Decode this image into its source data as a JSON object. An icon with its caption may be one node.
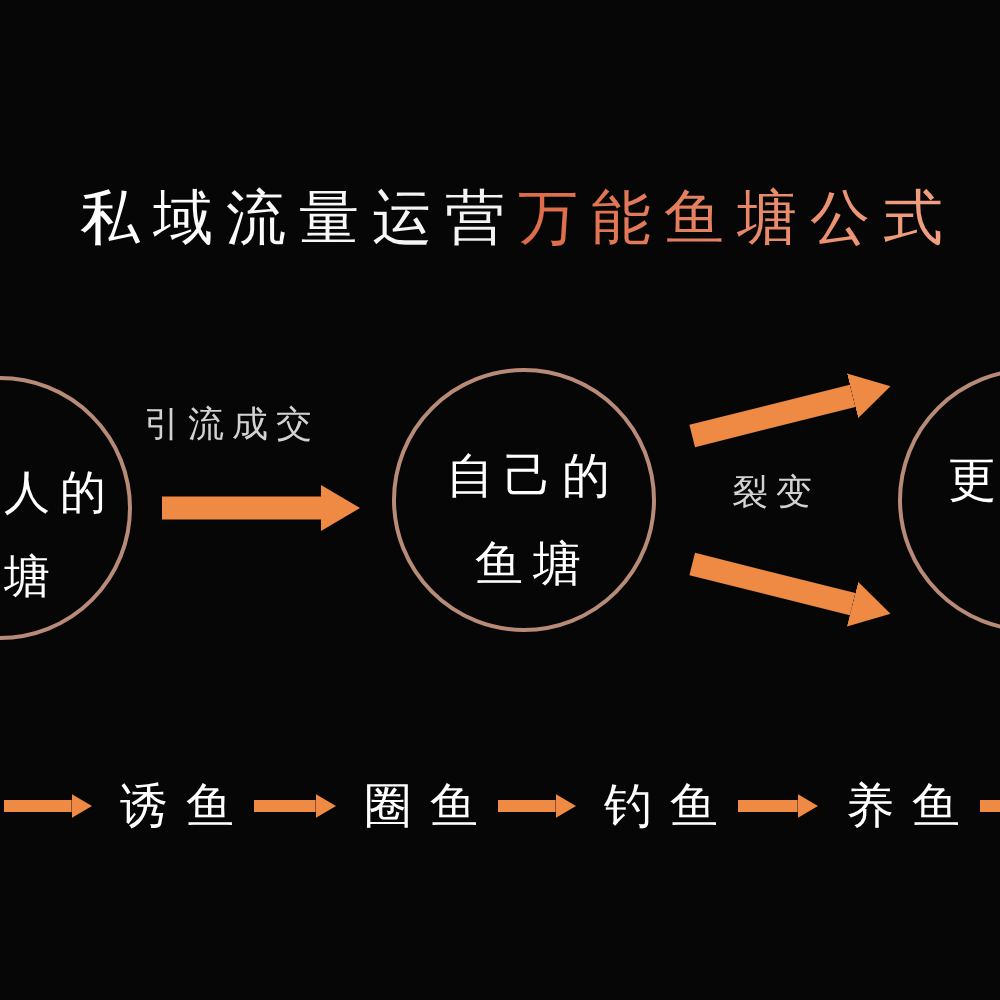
{
  "diagram": {
    "title": "私域流量运营万能鱼塘公式",
    "nodes": [
      {
        "text": [
          "人的塘"
        ]
      },
      {
        "text": [
          "自己的鱼塘"
        ]
      },
      {
        "text": [
          "更"
        ]
      },
      {
        "text": [
          "诱鱼"
        ]
      },
      {
        "text": [
          "圈鱼"
        ]
      },
      {
        "text": [
          "钓鱼"
        ]
      },
      {
        "text": [
          "养鱼"
        ]
      }
    ],
    "edges": [
      {
        "from": 0,
        "to": 1,
        "arrow": "to",
        "label": "引流成交",
        "style": "thick"
      },
      {
        "from": 1,
        "to": 2,
        "arrow": "to",
        "style": "thick"
      },
      {
        "from": 1,
        "to": 2,
        "arrow": "to",
        "style": "thick"
      },
      {
        "from": null,
        "to": 3,
        "arrow": "to"
      },
      {
        "from": 3,
        "to": 4,
        "arrow": "to"
      },
      {
        "from": 4,
        "to": 5,
        "arrow": "to"
      },
      {
        "from": 5,
        "to": 6,
        "arrow": "to"
      },
      {
        "from": 6,
        "to": null,
        "arrow": "none"
      }
    ],
    "labels": [
      "裂变"
    ]
  }
}
